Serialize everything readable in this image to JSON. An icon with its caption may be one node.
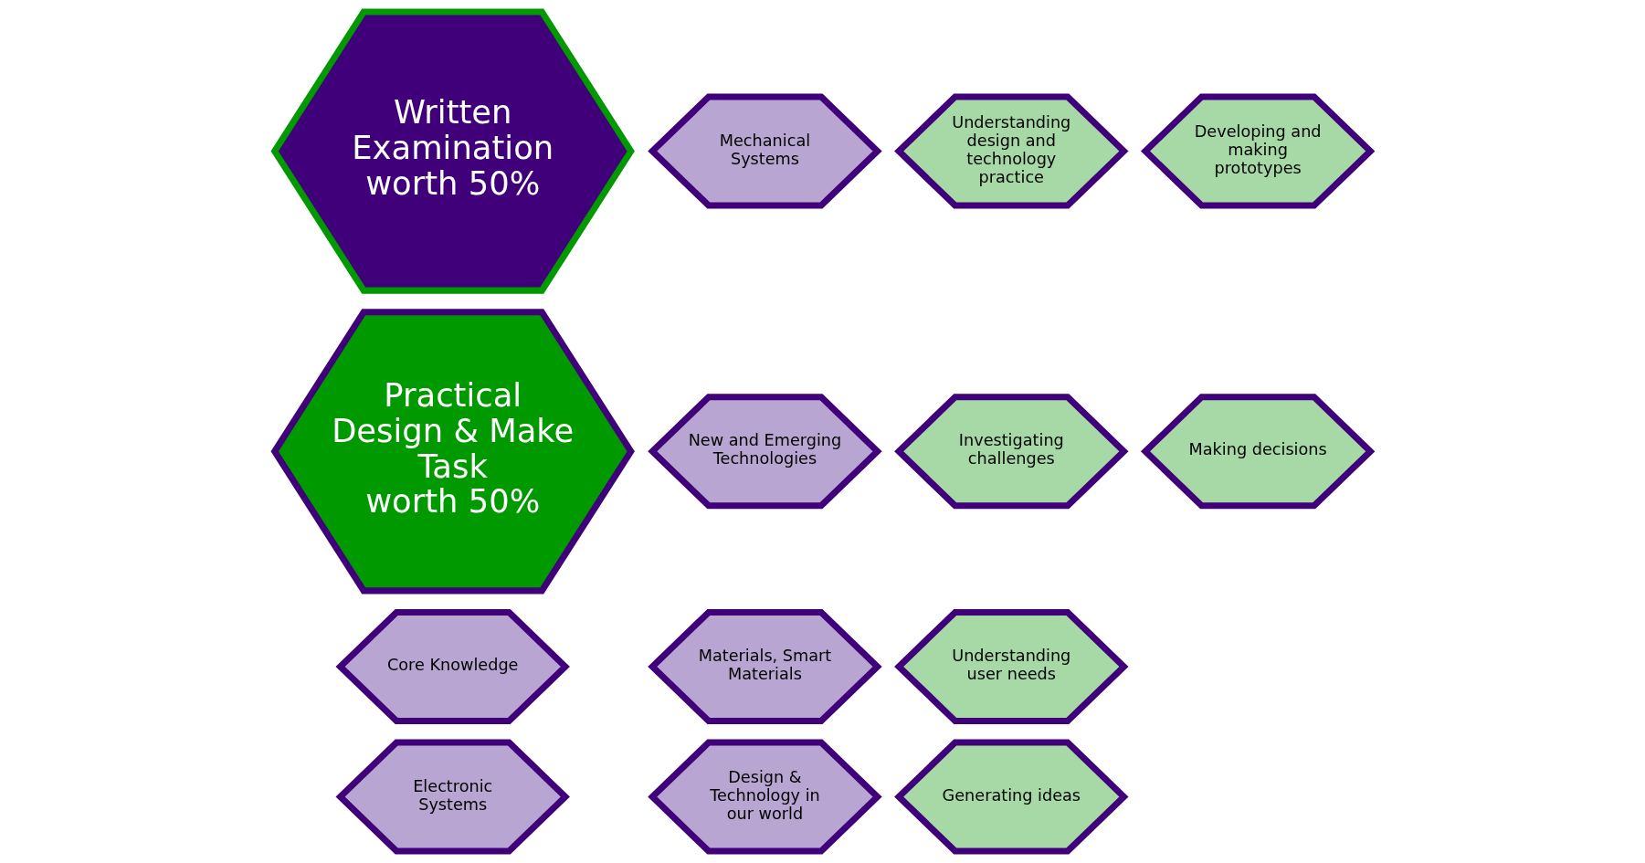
{
  "diagram": {
    "nodes": [
      {
        "text": [
          "Core Knowledge"
        ]
      },
      {
        "text": [
          "Mechanical Systems"
        ]
      },
      {
        "text": [
          "Electronic Systems"
        ]
      },
      {
        "text": [
          "New and Emerging Technologies"
        ]
      },
      {
        "text": [
          "Materials, Smart Materials"
        ]
      },
      {
        "text": [
          "Design & Technology in our world"
        ]
      },
      {
        "text": [
          "Written Examination",
          "worth 50%"
        ]
      },
      {
        "text": [
          "Practical Design & Make Task",
          "worth 50%"
        ]
      },
      {
        "text": [
          "Understanding design and technology practice"
        ]
      },
      {
        "text": [
          "Investigating challenges"
        ]
      },
      {
        "text": [
          "Understanding user needs"
        ]
      },
      {
        "text": [
          "Generating ideas"
        ]
      },
      {
        "text": [
          "Developing and making prototypes"
        ]
      },
      {
        "text": [
          "Making decisions"
        ]
      }
    ],
    "edges": []
  }
}
